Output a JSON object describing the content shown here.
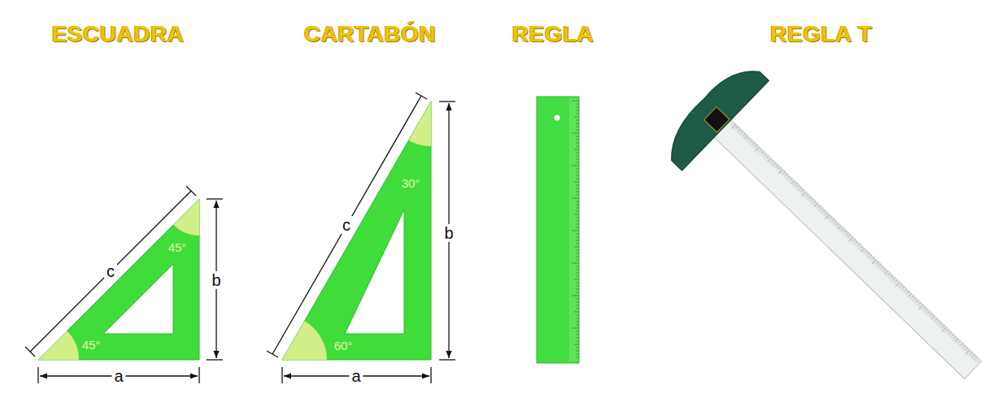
{
  "diagram": {
    "nodes": [
      {
        "text": [
          "ESCUADRA",
          "45°",
          "45°"
        ]
      },
      {
        "text": [
          "CARTABÓN",
          "30°",
          "60°"
        ]
      },
      {
        "text": [
          "REGLA"
        ]
      },
      {
        "text": [
          "REGLA T"
        ]
      }
    ],
    "labels": [
      "c",
      "b",
      "a",
      "c",
      "b",
      "a"
    ]
  }
}
